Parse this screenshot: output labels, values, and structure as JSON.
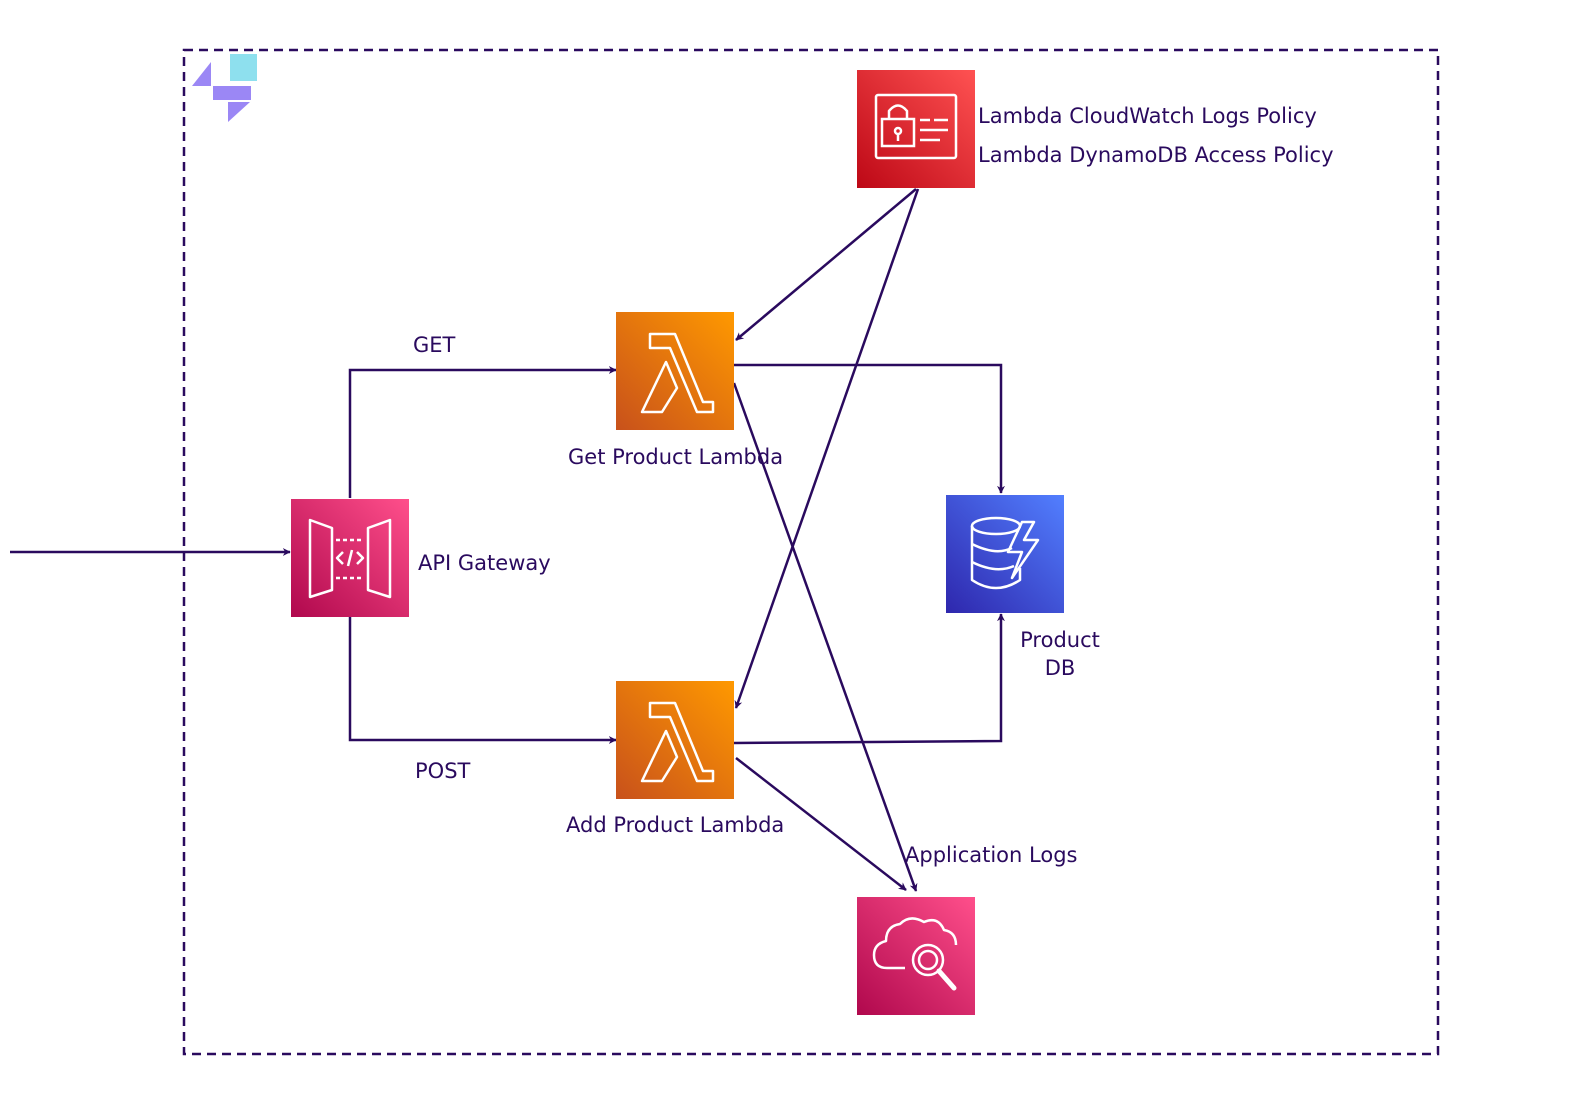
{
  "labels": {
    "get_method": "GET",
    "post_method": "POST",
    "api_gateway": "API Gateway",
    "get_lambda": "Get Product Lambda",
    "add_lambda": "Add Product Lambda",
    "policy_logs": "Lambda CloudWatch Logs Policy",
    "policy_dynamodb": "Lambda DynamoDB Access Policy",
    "product_db_line1": "Product",
    "product_db_line2": "DB",
    "application_logs": "Application Logs"
  },
  "colors": {
    "edge": "#2a0a5e",
    "boundary": "#2a0a5e",
    "iam_red": "#d6242d",
    "lambda_orange": "#e8700f",
    "api_pink": "#d4246d",
    "dynamo_blue": "#3b4fd9",
    "cloudwatch_pink": "#d4246d",
    "logo_purple": "#9b87f5",
    "logo_cyan": "#8ee0ee"
  },
  "icons": {
    "logo": "brand-logo-icon",
    "iam": "iam-policy-icon",
    "lambda": "lambda-icon",
    "api_gateway": "api-gateway-icon",
    "dynamodb": "dynamodb-icon",
    "cloudwatch": "cloudwatch-logs-icon"
  }
}
